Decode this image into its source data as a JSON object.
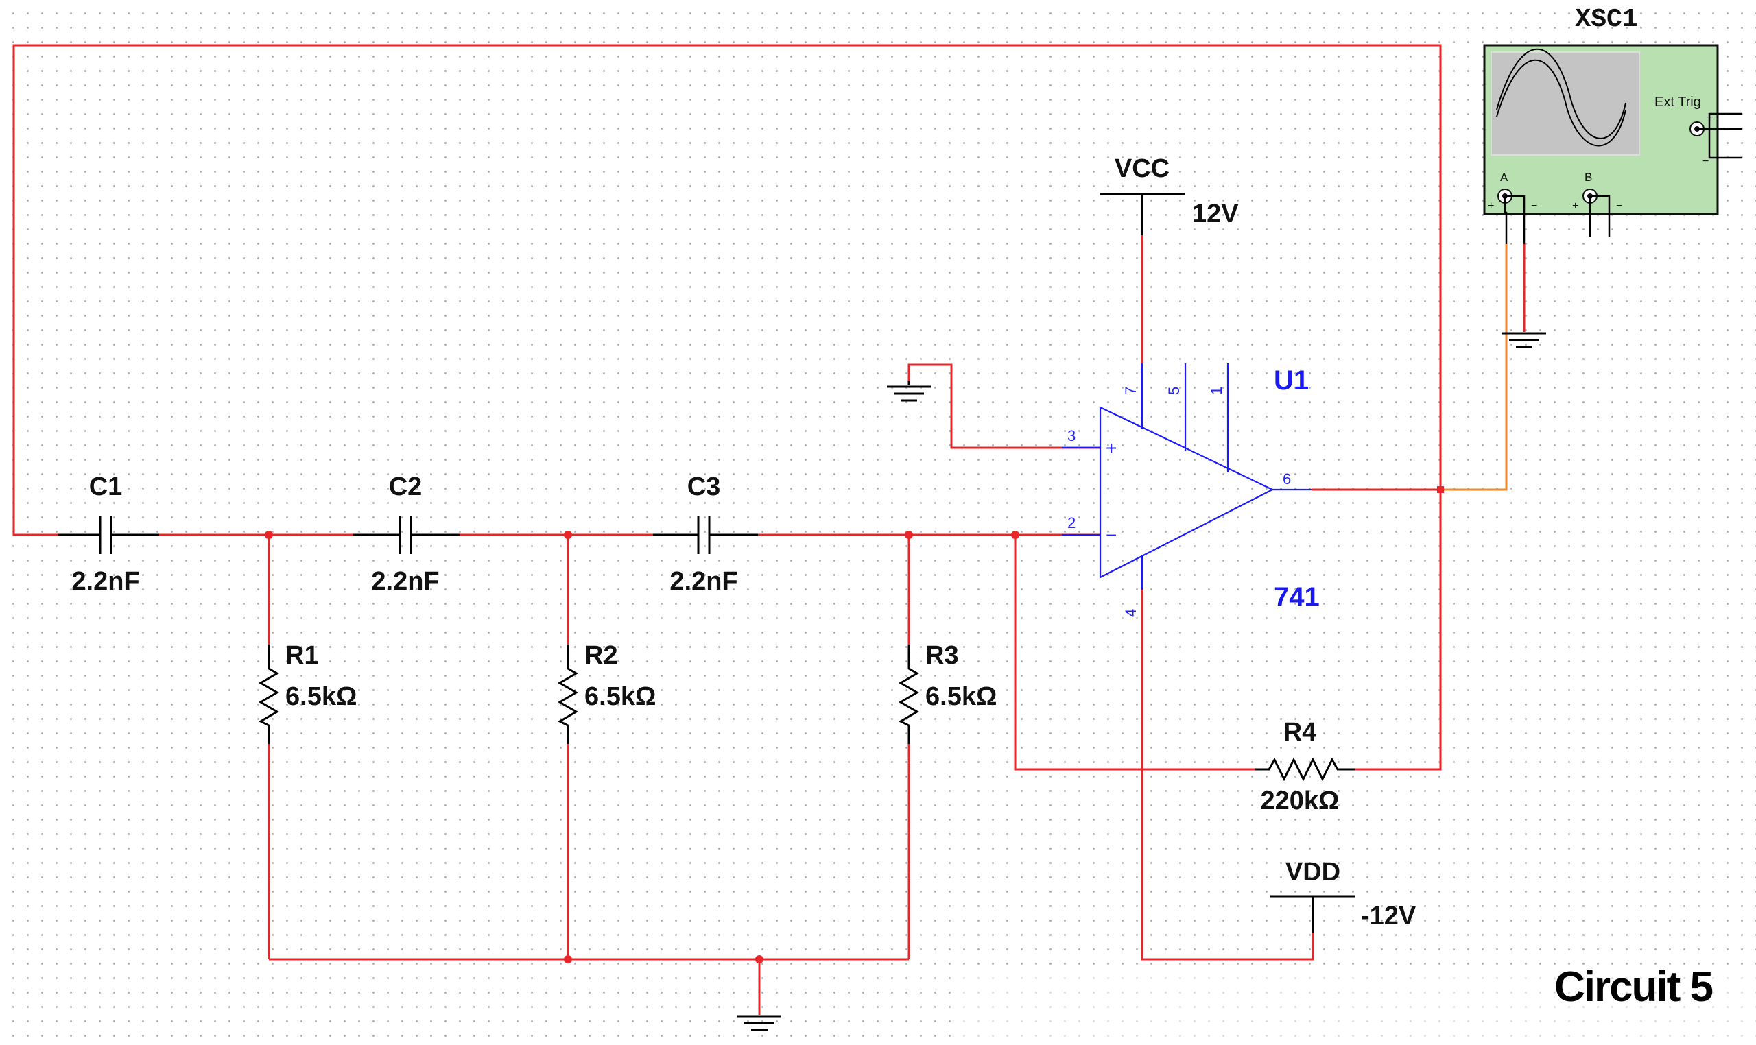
{
  "caption": "Circuit 5",
  "colors": {
    "wire": "#e8262a",
    "wire_scope": "#f08a2c",
    "opamp": "#1a1aff",
    "scope_body": "#b8e0b0",
    "scope_screen": "#c4c4c4"
  },
  "components": {
    "C1": {
      "name": "C1",
      "value": "2.2nF"
    },
    "C2": {
      "name": "C2",
      "value": "2.2nF"
    },
    "C3": {
      "name": "C3",
      "value": "2.2nF"
    },
    "R1": {
      "name": "R1",
      "value": "6.5kΩ"
    },
    "R2": {
      "name": "R2",
      "value": "6.5kΩ"
    },
    "R3": {
      "name": "R3",
      "value": "6.5kΩ"
    },
    "R4": {
      "name": "R4",
      "value": "220kΩ"
    },
    "VCC": {
      "name": "VCC",
      "value": "12V"
    },
    "VDD": {
      "name": "VDD",
      "value": "-12V"
    },
    "U1": {
      "name": "U1",
      "model": "741",
      "pins": {
        "p3": "3",
        "p2": "2",
        "p6": "6",
        "p7": "7",
        "p5": "5",
        "p1": "1",
        "p4": "4"
      },
      "plus": "+",
      "minus": "−"
    },
    "XSC1": {
      "name": "XSC1",
      "ext_trig": "Ext Trig",
      "ch_a": "A",
      "ch_b": "B",
      "plus": "+",
      "minus": "−"
    }
  }
}
